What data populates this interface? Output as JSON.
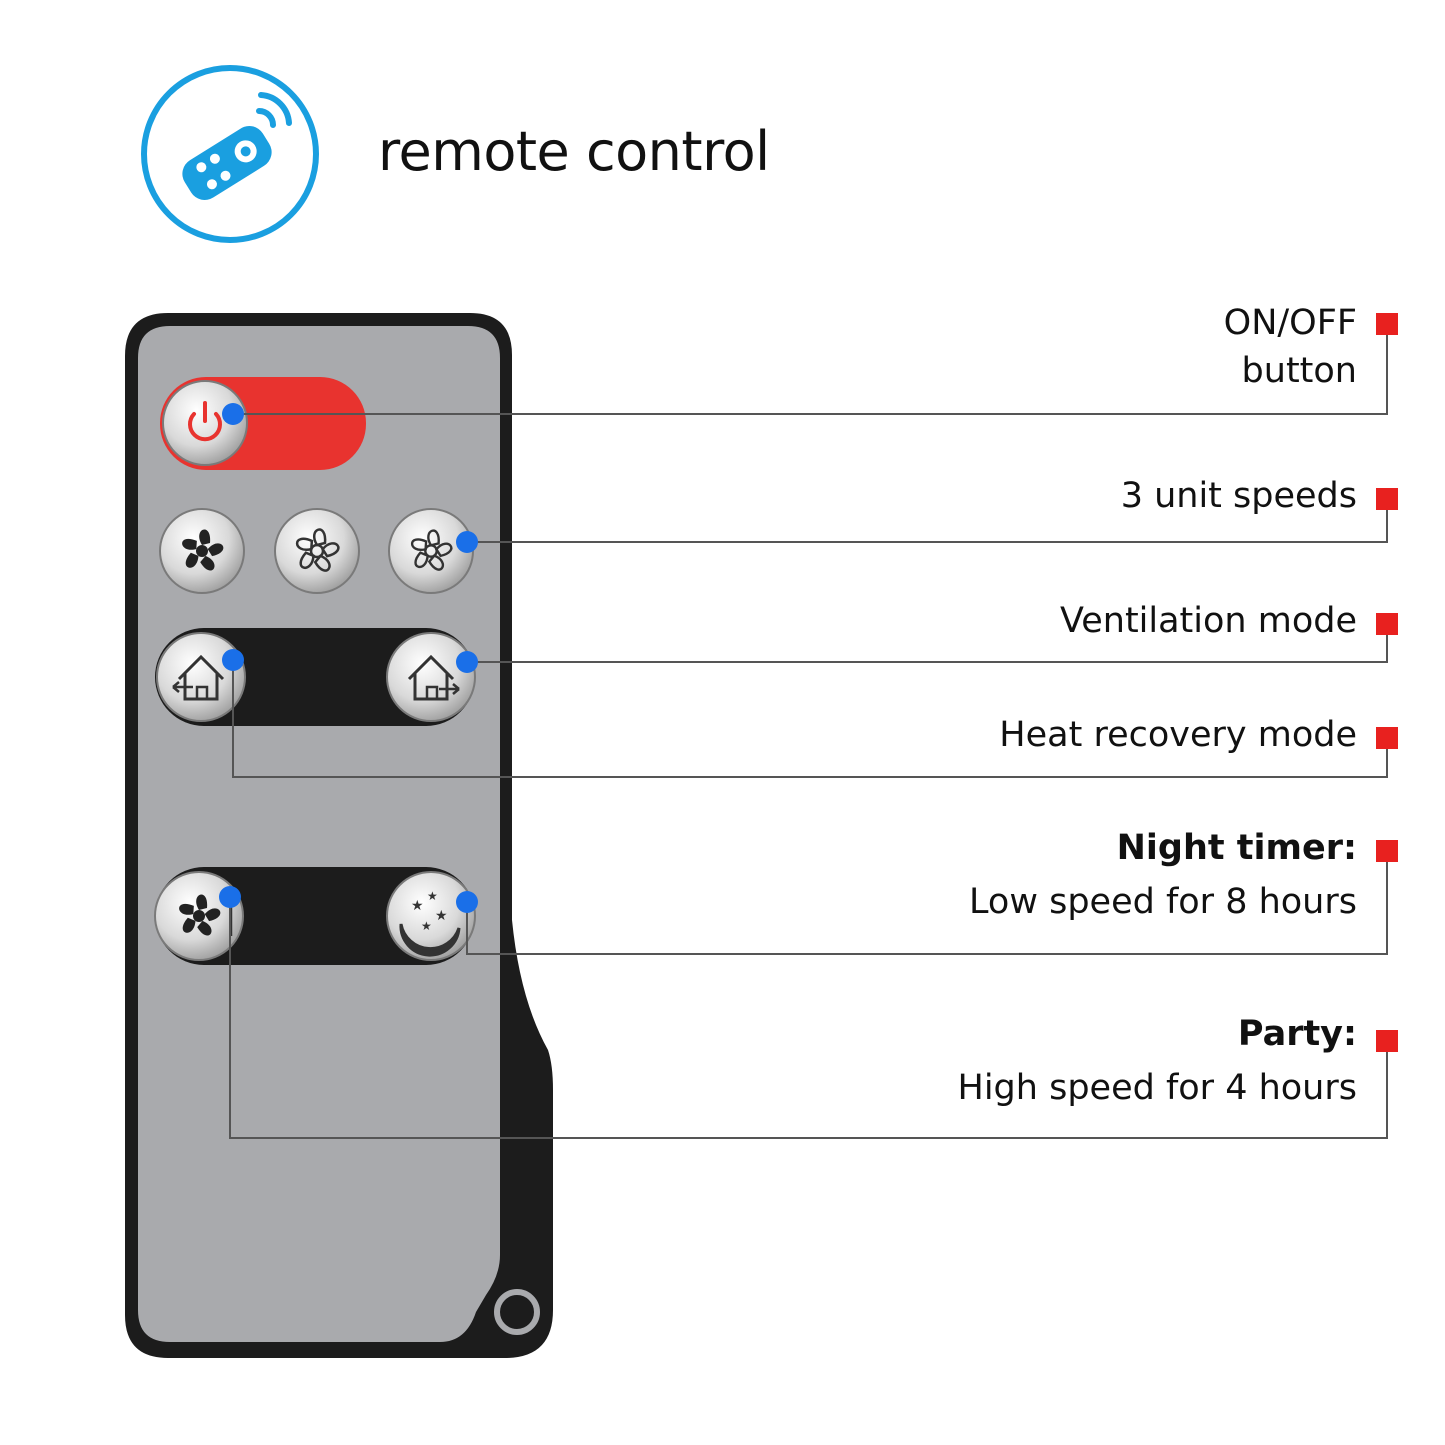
{
  "header": {
    "title": "remote control",
    "icon": "remote-control-icon",
    "accent_color": "#1a9fe0"
  },
  "remote": {
    "body_color": "#1c1c1c",
    "panel_color": "#a9aaad",
    "power_color": "#e8332f",
    "buttons": [
      {
        "name": "power-button",
        "icon": "power-icon"
      },
      {
        "name": "speed-1-button",
        "icon": "fan-icon"
      },
      {
        "name": "speed-2-button",
        "icon": "fan-icon"
      },
      {
        "name": "speed-3-button",
        "icon": "fan-icon"
      },
      {
        "name": "heat-recovery-button",
        "icon": "house-arrows-icon"
      },
      {
        "name": "ventilation-button",
        "icon": "house-arrows-icon"
      },
      {
        "name": "party-button",
        "icon": "fan-timer-icon"
      },
      {
        "name": "night-timer-button",
        "icon": "moon-stars-icon"
      }
    ]
  },
  "callouts": {
    "marker_color": "#e8211f",
    "dot_color": "#1a6fe8",
    "line_color": "#555555",
    "items": [
      {
        "name": "on-off",
        "line1": "ON/OFF",
        "line2": "button"
      },
      {
        "name": "speeds",
        "line1": "3 unit speeds"
      },
      {
        "name": "ventilation",
        "line1": "Ventilation mode"
      },
      {
        "name": "heat-recovery",
        "line1": "Heat recovery mode"
      },
      {
        "name": "night-timer",
        "line1": "Night timer:",
        "line2": "Low speed for 8 hours"
      },
      {
        "name": "party",
        "line1": "Party:",
        "line2": "High speed for 4 hours"
      }
    ]
  }
}
